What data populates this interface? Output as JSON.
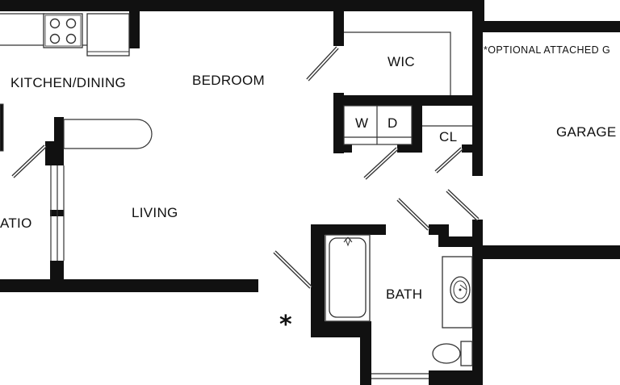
{
  "rooms": {
    "kitchen": "KITCHEN/DINING",
    "bedroom": "BEDROOM",
    "wic": "WIC",
    "washer": "W",
    "dryer": "D",
    "closet": "CL",
    "garage": "GARAGE",
    "living": "LIVING",
    "patio": "ATIO",
    "bath": "BATH"
  },
  "notes": {
    "optional_garage": "*OPTIONAL ATTACHED G",
    "asterisk": "*"
  }
}
